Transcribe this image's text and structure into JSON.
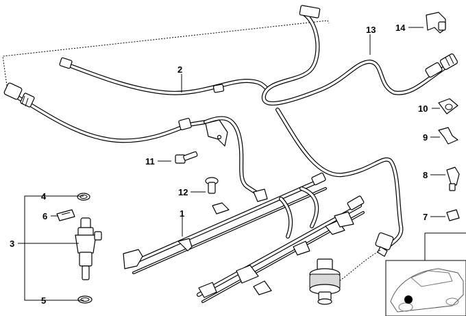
{
  "diagram": {
    "callouts": [
      {
        "id": "1",
        "label": "1"
      },
      {
        "id": "2",
        "label": "2"
      },
      {
        "id": "3",
        "label": "3"
      },
      {
        "id": "4",
        "label": "4"
      },
      {
        "id": "5",
        "label": "5"
      },
      {
        "id": "6",
        "label": "6"
      },
      {
        "id": "7",
        "label": "7"
      },
      {
        "id": "8",
        "label": "8"
      },
      {
        "id": "9",
        "label": "9"
      },
      {
        "id": "10",
        "label": "10"
      },
      {
        "id": "11",
        "label": "11"
      },
      {
        "id": "12",
        "label": "12"
      },
      {
        "id": "13",
        "label": "13"
      },
      {
        "id": "14",
        "label": "14"
      }
    ],
    "parts": [
      "fuel-rail-left",
      "fuel-rail-right",
      "fuel-feed-line",
      "fuel-return-line",
      "fuel-injector",
      "o-ring-upper",
      "o-ring-lower",
      "retaining-clip",
      "hose-clamp",
      "pipe-clip",
      "double-clip",
      "bracket-clip",
      "clip-holder",
      "hex-bolt",
      "collar-screw",
      "pressure-regulator",
      "vehicle-locator-thumbnail"
    ]
  }
}
